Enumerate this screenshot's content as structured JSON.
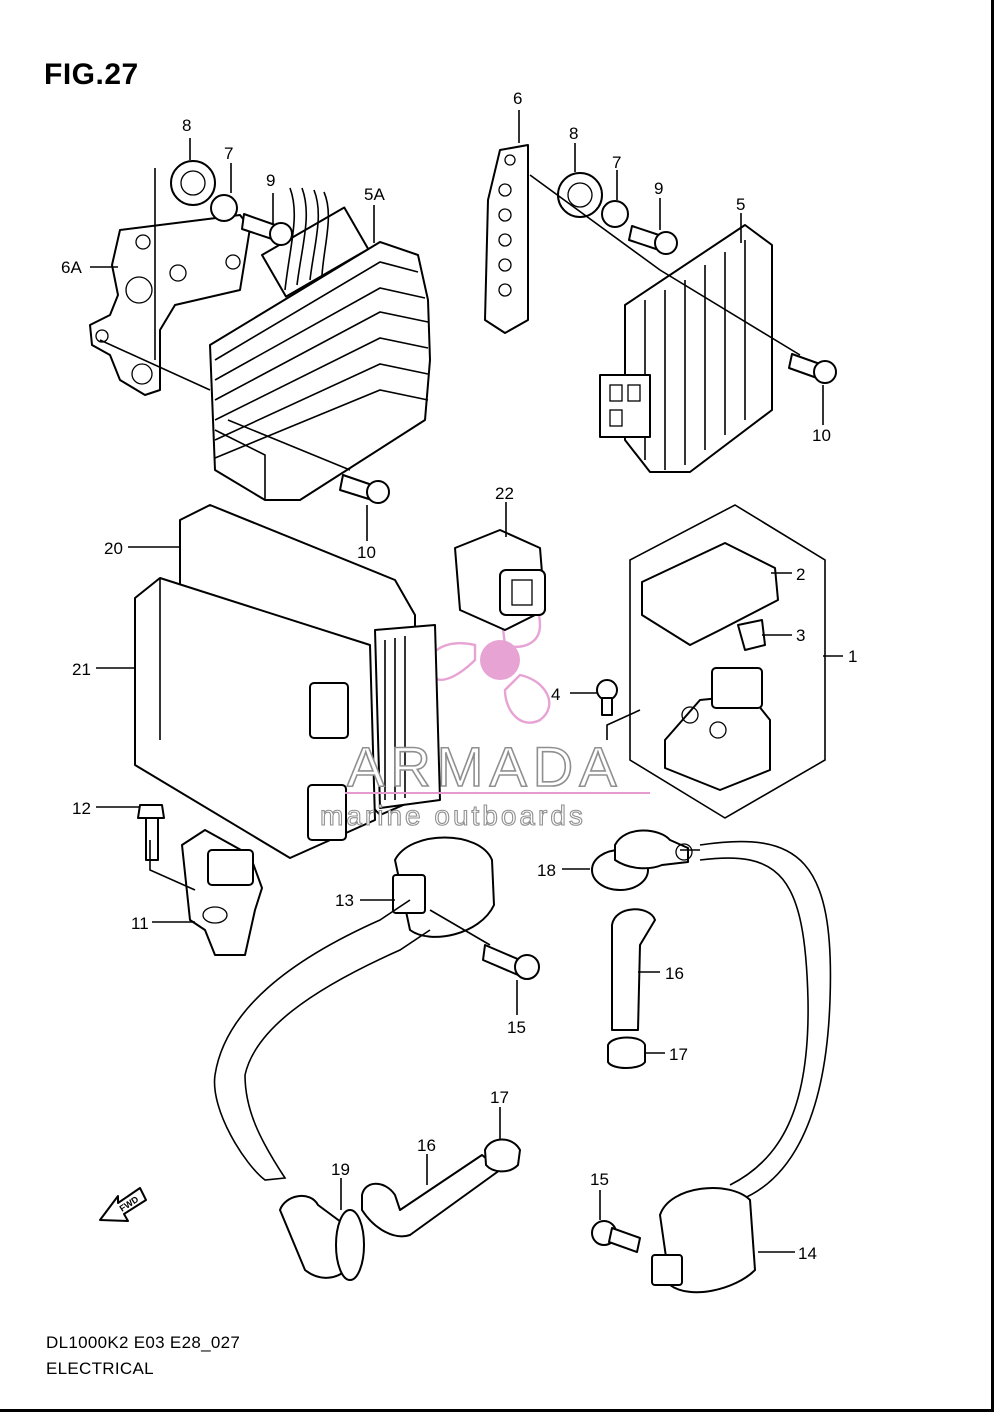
{
  "figure": {
    "title": "FIG.27",
    "model_code": "DL1000K2 E03 E28_027",
    "section_name": "ELECTRICAL"
  },
  "callouts": [
    {
      "id": "c-6-top",
      "label": "6"
    },
    {
      "id": "c-8-left",
      "label": "8"
    },
    {
      "id": "c-7-left",
      "label": "7"
    },
    {
      "id": "c-9-left",
      "label": "9"
    },
    {
      "id": "c-5A",
      "label": "5A"
    },
    {
      "id": "c-6A",
      "label": "6A"
    },
    {
      "id": "c-8-right",
      "label": "8"
    },
    {
      "id": "c-7-right",
      "label": "7"
    },
    {
      "id": "c-9-right",
      "label": "9"
    },
    {
      "id": "c-5",
      "label": "5"
    },
    {
      "id": "c-10-right",
      "label": "10"
    },
    {
      "id": "c-10-left",
      "label": "10"
    },
    {
      "id": "c-22",
      "label": "22"
    },
    {
      "id": "c-20",
      "label": "20"
    },
    {
      "id": "c-2",
      "label": "2"
    },
    {
      "id": "c-3",
      "label": "3"
    },
    {
      "id": "c-1",
      "label": "1"
    },
    {
      "id": "c-21",
      "label": "21"
    },
    {
      "id": "c-4",
      "label": "4"
    },
    {
      "id": "c-12",
      "label": "12"
    },
    {
      "id": "c-18",
      "label": "18"
    },
    {
      "id": "c-13",
      "label": "13"
    },
    {
      "id": "c-11",
      "label": "11"
    },
    {
      "id": "c-16-upper",
      "label": "16"
    },
    {
      "id": "c-15-upper",
      "label": "15"
    },
    {
      "id": "c-17-upper",
      "label": "17"
    },
    {
      "id": "c-17-lower",
      "label": "17"
    },
    {
      "id": "c-16-lower",
      "label": "16"
    },
    {
      "id": "c-19",
      "label": "19"
    },
    {
      "id": "c-15-lower",
      "label": "15"
    },
    {
      "id": "c-14",
      "label": "14"
    }
  ],
  "fwd_arrow": {
    "label": "FWD"
  },
  "watermark": {
    "brand": "ARMADA",
    "tagline": "marine outboards",
    "logo_color": "#e59ad0"
  }
}
